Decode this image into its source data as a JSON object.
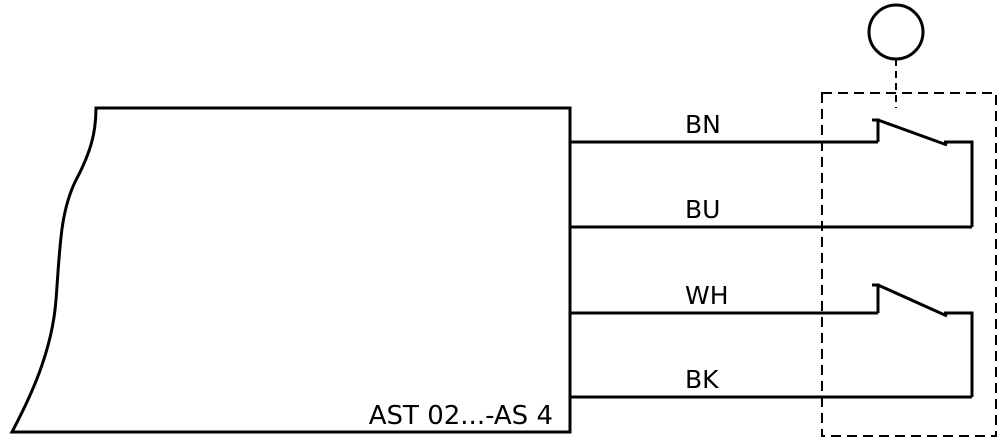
{
  "device": {
    "label": "AST 02...-AS 4"
  },
  "wires": [
    {
      "label": "BN"
    },
    {
      "label": "BU"
    },
    {
      "label": "WH"
    },
    {
      "label": "BK"
    }
  ],
  "switch_contacts": 2,
  "actuator_symbol": "circle"
}
